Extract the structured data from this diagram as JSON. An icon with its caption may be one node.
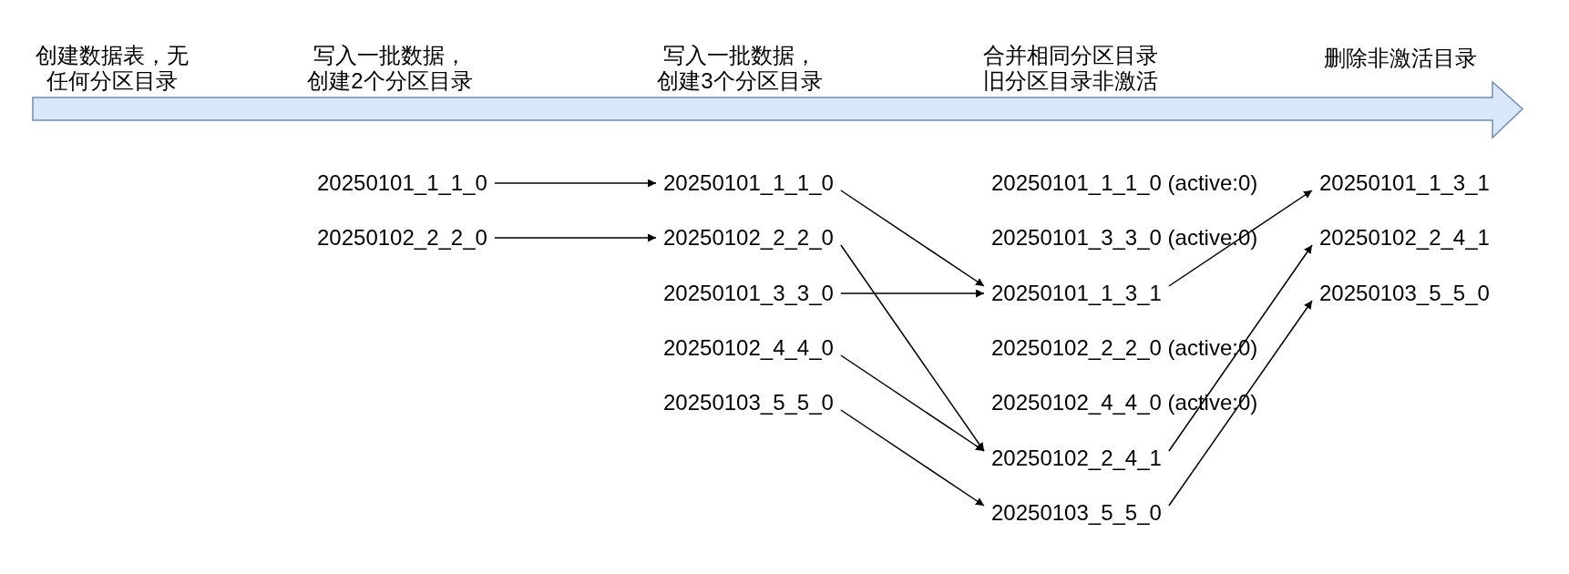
{
  "diagram": {
    "nodes": [
      {
        "text": [
          "20250101_1_1_0"
        ]
      },
      {
        "text": [
          "20250102_2_2_0"
        ]
      },
      {
        "text": [
          "20250101_1_1_0"
        ]
      },
      {
        "text": [
          "20250102_2_2_0"
        ]
      },
      {
        "text": [
          "20250101_3_3_0"
        ]
      },
      {
        "text": [
          "20250102_4_4_0"
        ]
      },
      {
        "text": [
          "20250103_5_5_0"
        ]
      },
      {
        "text": [
          "20250101_1_3_1"
        ]
      },
      {
        "text": [
          "20250102_2_4_1"
        ]
      },
      {
        "text": [
          "20250103_5_5_0"
        ]
      },
      {
        "text": [
          "20250101_1_3_1"
        ]
      },
      {
        "text": [
          "20250102_2_4_1"
        ]
      },
      {
        "text": [
          "20250103_5_5_0"
        ]
      }
    ],
    "edges": [
      {
        "from": 0,
        "to": 2,
        "arrow": "to"
      },
      {
        "from": 1,
        "to": 3,
        "arrow": "to"
      },
      {
        "from": 2,
        "to": 7,
        "arrow": "to"
      },
      {
        "from": 4,
        "to": 7,
        "arrow": "to"
      },
      {
        "from": 3,
        "to": 8,
        "arrow": "to"
      },
      {
        "from": 5,
        "to": 8,
        "arrow": "to"
      },
      {
        "from": 6,
        "to": 9,
        "arrow": "to"
      },
      {
        "from": 7,
        "to": 10,
        "arrow": "to"
      },
      {
        "from": 8,
        "to": 11,
        "arrow": "to"
      },
      {
        "from": 9,
        "to": 12,
        "arrow": "to"
      }
    ],
    "labels": [
      "创建数据表，无任何分区目录",
      "写入一批数据，创建2个分区目录",
      "写入一批数据，创建3个分区目录",
      "合并相同分区目录旧分区目录非激活",
      "删除非激活目录",
      "20250101_1_1_0 (active:0)",
      "20250101_3_3_0 (active:0)",
      "20250102_2_2_0 (active:0)",
      "20250102_4_4_0 (active:0)"
    ]
  }
}
